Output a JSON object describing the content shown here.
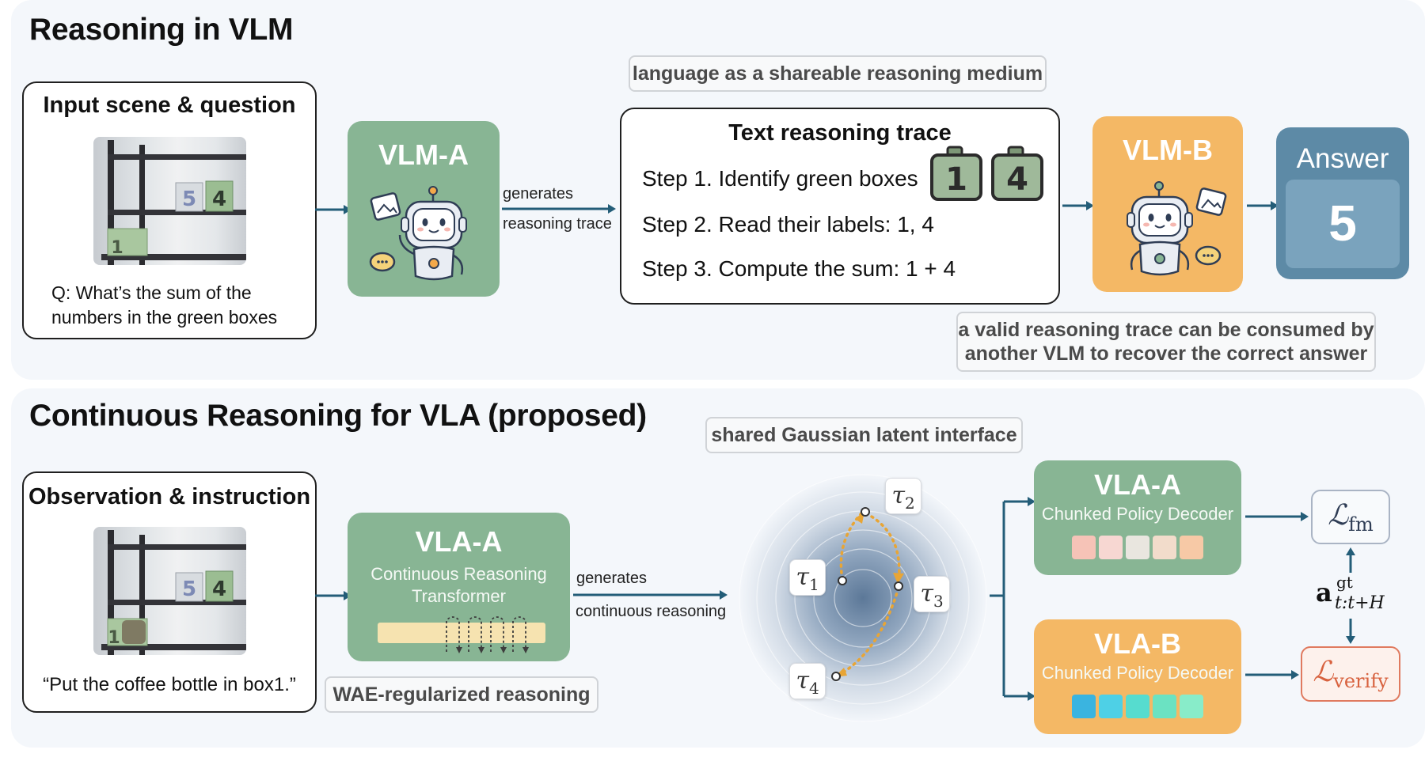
{
  "top": {
    "title": "Reasoning in VLM",
    "input_box": {
      "title": "Input scene & question",
      "question_line1": "Q: What’s the sum of the",
      "question_line2": "numbers in the green boxes",
      "box_labels": [
        "5",
        "4",
        "1"
      ]
    },
    "vlm_a": {
      "label": "VLM-A"
    },
    "arrow_label": {
      "line1": "generates",
      "line2": "reasoning trace"
    },
    "pill_language": "language as a shareable reasoning medium",
    "trace": {
      "title": "Text reasoning trace",
      "steps": [
        "Step 1. Identify green boxes",
        "Step 2. Read their labels: 1, 4",
        "Step 3. Compute the sum: 1 + 4"
      ],
      "digit_a": "1",
      "digit_b": "4"
    },
    "vlm_b": {
      "label": "VLM-B"
    },
    "answer": {
      "label": "Answer",
      "value": "5"
    },
    "pill_valid": {
      "line1": "a valid reasoning trace can be consumed by",
      "line2": "another VLM to recover the correct answer"
    }
  },
  "bottom": {
    "title": "Continuous Reasoning for VLA (proposed)",
    "obs_box": {
      "title": "Observation & instruction",
      "instruction": "“Put the coffee bottle in box1.”",
      "box_labels": [
        "5",
        "4",
        "1"
      ]
    },
    "vla_a_main": {
      "label": "VLA-A",
      "sub_line1": "Continuous Reasoning",
      "sub_line2": "Transformer"
    },
    "pill_wae": "WAE-regularized reasoning",
    "arrow_label": {
      "line1": "generates",
      "line2": "continuous reasoning"
    },
    "pill_gaussian": "shared Gaussian latent interface",
    "taus": [
      {
        "sym": "τ",
        "sub": "1"
      },
      {
        "sym": "τ",
        "sub": "2"
      },
      {
        "sym": "τ",
        "sub": "3"
      },
      {
        "sym": "τ",
        "sub": "4"
      }
    ],
    "vla_a_dec": {
      "label": "VLA-A",
      "sub": "Chunked Policy Decoder"
    },
    "vla_b_dec": {
      "label": "VLA-B",
      "sub": "Chunked Policy Decoder"
    },
    "loss_fm": {
      "sym": "ℒ",
      "sub": "fm"
    },
    "loss_verify": {
      "sym": "ℒ",
      "sub": "verify"
    },
    "action": {
      "sym": "a",
      "sup": "gt",
      "sub": "t:t+H"
    }
  },
  "colors": {
    "green": "#88b594",
    "orange": "#f4b865",
    "answer_dark": "#5d8aa6",
    "answer_light": "#7aa3bd",
    "arrow": "#235d78",
    "trajectory": "#e8a535",
    "verify_red": "#e07a5f",
    "chips_a": [
      "#f6c3b7",
      "#f7d7d2",
      "#e9e6df",
      "#f2dccb",
      "#f7c9a6"
    ],
    "chips_b": [
      "#3ab4e0",
      "#4ed0e6",
      "#56dccf",
      "#6be2c2",
      "#88ecc9"
    ]
  }
}
